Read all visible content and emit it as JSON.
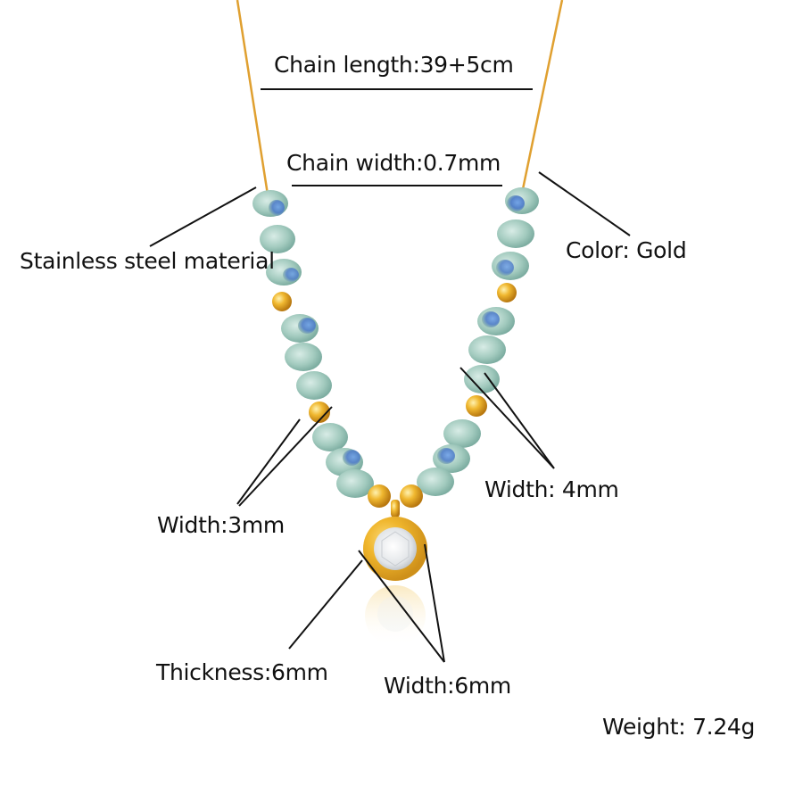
{
  "colors": {
    "background": "#ffffff",
    "chain_gold": "#e0a030",
    "gold_bead": "#e8a828",
    "gold_bead_highlight": "#fbe08a",
    "crystal_bead": "#a9cfc4",
    "crystal_bead_dark": "#7fb3a8",
    "crystal_blue": "#4a7fd0",
    "pendant_gold": "#f0b428",
    "pendant_stone": "#e9ecef",
    "annotation_line": "#111111",
    "text": "#111111"
  },
  "labels": {
    "chain_length": "Chain length:39+5cm",
    "chain_width": "Chain width:0.7mm",
    "material": "Stainless steel material",
    "color": "Color:  Gold",
    "width_3mm": "Width:3mm",
    "width_4mm": "Width: 4mm",
    "thickness": "Thickness:6mm",
    "width_6mm": "Width:6mm",
    "weight": "Weight:  7.24g"
  }
}
